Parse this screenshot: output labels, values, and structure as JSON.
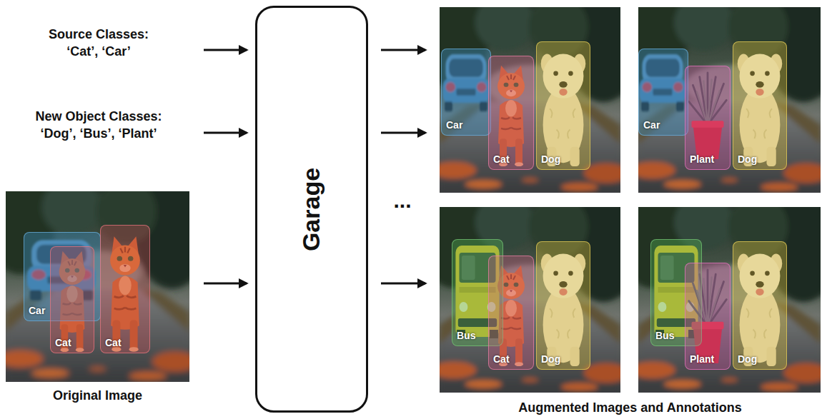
{
  "diagram": {
    "nodes": [
      {
        "text": [
          "Original Image"
        ]
      },
      {
        "text": [
          "Car"
        ],
        "in": 0
      },
      {
        "text": [
          "Cat"
        ],
        "in": 0
      },
      {
        "text": [
          "Cat"
        ],
        "in": 0
      },
      {
        "text": [
          "Garage"
        ]
      },
      {
        "text": [
          "Augmented Images and Annotations"
        ]
      },
      {
        "text": [
          "Car"
        ],
        "in": 5
      },
      {
        "text": [
          "Cat"
        ],
        "in": 5
      },
      {
        "text": [
          "Dog"
        ],
        "in": 5
      },
      {
        "text": [
          "Car"
        ],
        "in": 5
      },
      {
        "text": [
          "Plant"
        ],
        "in": 5
      },
      {
        "text": [
          "Dog"
        ],
        "in": 5
      },
      {
        "text": [
          "Bus"
        ],
        "in": 5
      },
      {
        "text": [
          "Cat"
        ],
        "in": 5
      },
      {
        "text": [
          "Dog"
        ],
        "in": 5
      },
      {
        "text": [
          "Bus"
        ],
        "in": 5
      },
      {
        "text": [
          "Plant"
        ],
        "in": 5
      },
      {
        "text": [
          "Dog"
        ],
        "in": 5
      }
    ],
    "edges": [
      {
        "from": 0,
        "to": 4,
        "arrow": "to"
      },
      {
        "from": 4,
        "to": 5,
        "arrow": "to"
      },
      {
        "from": 4,
        "to": 5,
        "arrow": "to"
      },
      {
        "from": 4,
        "to": 5,
        "arrow": "to"
      }
    ],
    "labels": [
      "Source Classes: ‘Cat’, ‘Car’",
      "New Object Classes: ‘Dog’, ‘Bus’, ‘Plant’",
      "..."
    ]
  }
}
